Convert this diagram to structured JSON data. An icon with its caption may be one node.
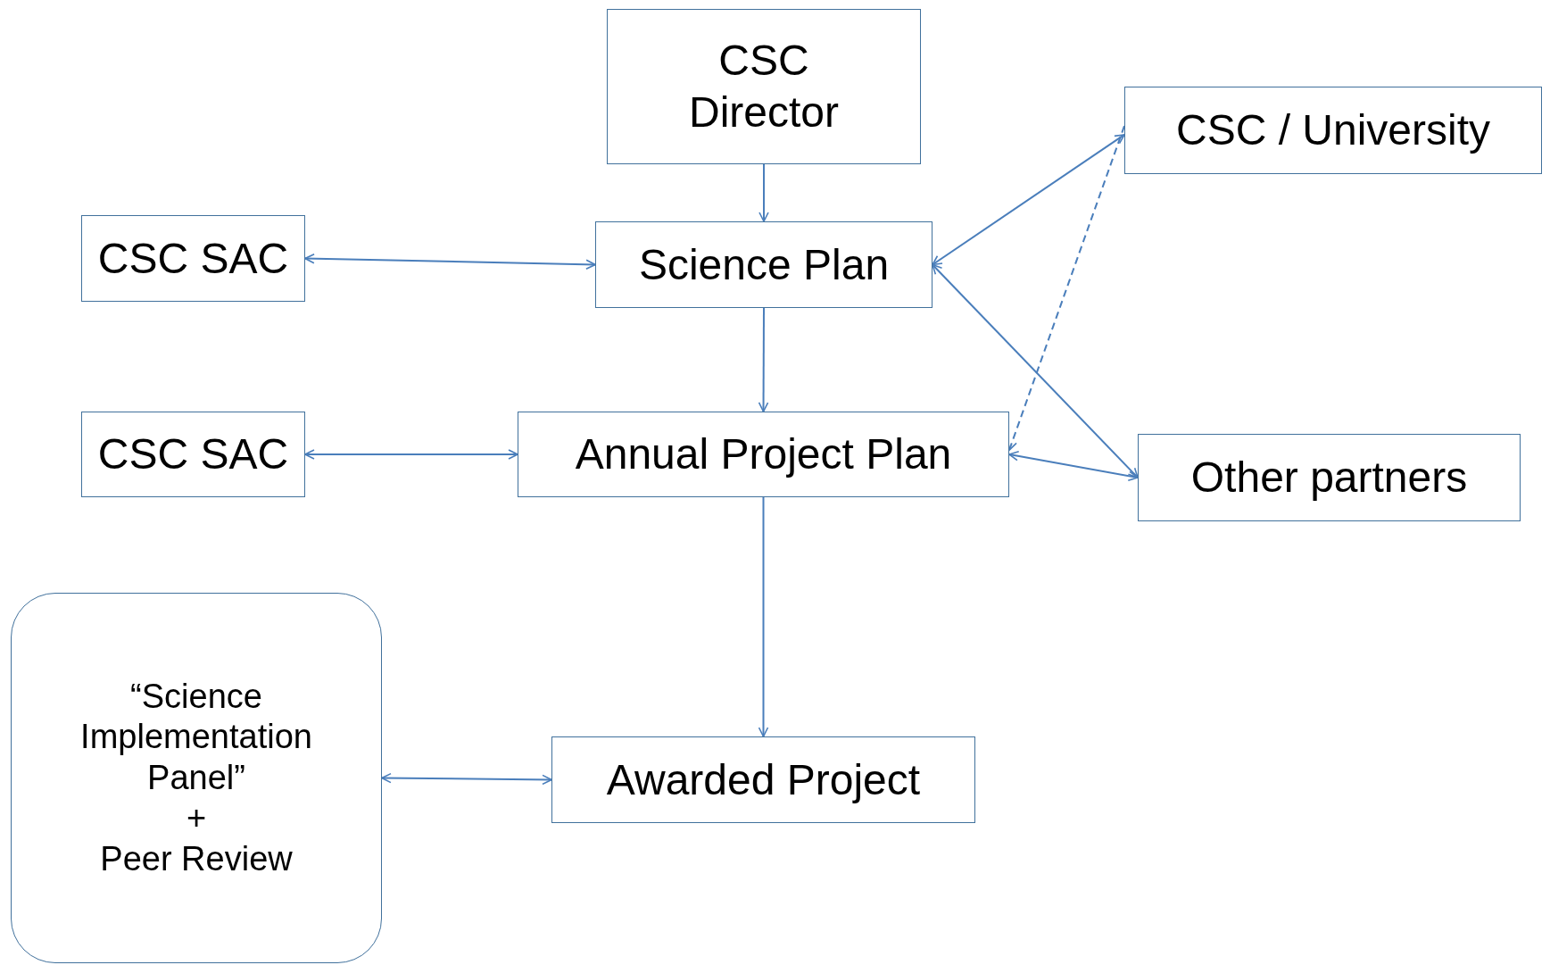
{
  "diagram": {
    "nodes": [
      {
        "text": [
          "CSC Director"
        ]
      },
      {
        "text": [
          "CSC SAC"
        ]
      },
      {
        "text": [
          "Science Plan"
        ]
      },
      {
        "text": [
          "CSC / University"
        ]
      },
      {
        "text": [
          "CSC SAC"
        ]
      },
      {
        "text": [
          "Annual Project Plan"
        ]
      },
      {
        "text": [
          "Other partners"
        ]
      },
      {
        "text": [
          "“Science Implementation Panel”",
          "+",
          "Peer Review"
        ]
      },
      {
        "text": [
          "Awarded Project"
        ]
      }
    ],
    "edges": [
      {
        "from": 0,
        "to": 2,
        "arrow": "to"
      },
      {
        "from": 1,
        "to": 2,
        "arrow": "both"
      },
      {
        "from": 2,
        "to": 3,
        "arrow": "both"
      },
      {
        "from": 2,
        "to": 6,
        "arrow": "both"
      },
      {
        "from": 3,
        "to": 5,
        "arrow": "to",
        "style": "dashed"
      },
      {
        "from": 2,
        "to": 5,
        "arrow": "to"
      },
      {
        "from": 4,
        "to": 5,
        "arrow": "both"
      },
      {
        "from": 5,
        "to": 6,
        "arrow": "both"
      },
      {
        "from": 5,
        "to": 8,
        "arrow": "to"
      },
      {
        "from": 7,
        "to": 8,
        "arrow": "both"
      }
    ]
  }
}
